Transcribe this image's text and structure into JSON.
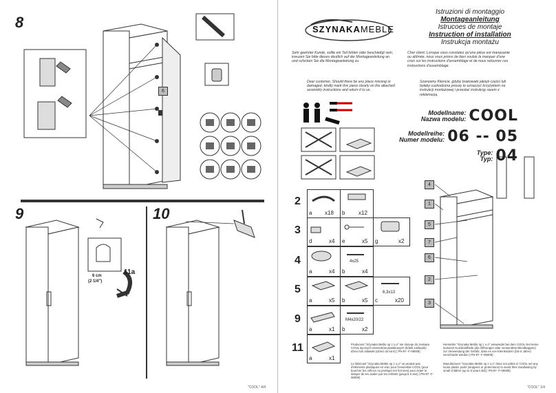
{
  "left_page": {
    "step8": {
      "num": "8",
      "side_label": "6"
    },
    "step9": {
      "num": "9"
    },
    "step10": {
      "num": "10"
    },
    "step11a": {
      "label": "11a",
      "dim": "6 cm",
      "dim_in": "(2 1/4\")"
    },
    "footer": "\"COOL\" 4/4"
  },
  "right_page": {
    "brand": {
      "name": "SZYNAKA",
      "suffix": "MEBLE"
    },
    "titles": [
      "Istruzioni di montaggio",
      "Montageanleitung",
      "Istrucoes de montaje",
      "Instruction of installation",
      "Instrukcja montażu"
    ],
    "para_de": "Sehr geehrter Kunde, sollte ein Teil fehlen oder beschädigt sein, kreuzen Sie bitte dieses deutlich auf der Montageanleitung an und schicken Sie die Montageanleitung zu.",
    "para_fr": "Cher client, Lorsque vous constatez qu'une pièce est manquante ou abîmée, nous vous prions de bien vouloir la marquer d'une croix sur les instructions d'assemblage et de nous retourner ces instructions d'assemblage.",
    "para_en": "Dear customer, Should there be any place missing or damaged, kindly mark this piece clearly on the attached assembly instructions and return it to us.",
    "para_pl": "Szanowny Kliencie, gdyby brakowało jakiejś części lub byłaby uszkodzona proszę to oznaczyć krzyżykiem na instrukcji montażowej i przesłać instrukcję razem z reklamacją.",
    "model": {
      "name_label_1": "Modellname:",
      "name_label_2": "Nazwa modelu:",
      "name": "COOL",
      "series_label_1": "Modellreihe:",
      "series_label_2": "Numer modelu:",
      "series": "06 -- 05",
      "type_label_1": "Type:",
      "type_label_2": "Typ:",
      "type": "04"
    },
    "parts": [
      {
        "num": "2",
        "items": [
          {
            "letter": "a",
            "qty": "x18"
          },
          {
            "letter": "b",
            "qty": "x12"
          }
        ]
      },
      {
        "num": "3",
        "items": [
          {
            "letter": "d",
            "qty": "x4"
          },
          {
            "letter": "e",
            "qty": "x5"
          },
          {
            "letter": "g",
            "qty": "x2"
          }
        ]
      },
      {
        "num": "4",
        "items": [
          {
            "letter": "a",
            "qty": "x4"
          },
          {
            "letter": "b",
            "qty": "x4"
          }
        ],
        "dim": "4x25"
      },
      {
        "num": "5",
        "items": [
          {
            "letter": "a",
            "qty": "x5"
          },
          {
            "letter": "b",
            "qty": "x5"
          },
          {
            "letter": "c",
            "qty": "x20"
          }
        ],
        "dim": "6,3x13"
      },
      {
        "num": "9",
        "items": [
          {
            "letter": "a",
            "qty": "x1"
          },
          {
            "letter": "b",
            "qty": "x2"
          }
        ],
        "dim": "M4x20/22"
      },
      {
        "num": "11",
        "items": [
          {
            "letter": "a",
            "qty": "x1"
          }
        ]
      }
    ],
    "diagram_labels": [
      "4",
      "1",
      "5",
      "7",
      "6",
      "2",
      "3"
    ],
    "notes": {
      "pl": "Producent \"Szynaka Meble sp z o.o\" nie stosuje do zestawu COOL łącznych elementów plastikowych (kółek zaślepek) dzieci lub zabawki (dzieci do lat 6) | PN-97 -F-06008)",
      "de": "Hersteller \"Szynaka Meble sp z o.o\" verwendet bei dem COOL-Set keine lockeren Kunststoffteile (die Öffnungen oder verwendete Blendkappen) zur Verwendung der Gefahr, dass es von Kleinkindern (bis 6 Jahre) verschluckt werden | PN-97 -F-06008)",
      "fr": "Le fabricant \"Szynaka Meble sp z o.o\" ne produit pas d'éléments plastiques en vrac pour l'ensemble COOL (pour boucher les orifices ou protéger les ferrures) pour éviter le danger de les avaler par les enfants (jusqu'à 6 ans) | PN-97 -F-06008)",
      "en": "Manufacturer \"Szynaka Meble sp z o.o\" does not utilize in COOL set any loose plastic parts (stoppers or protections) to avoid their swallowing by small children (up to 6 years old) | PN-97 -F-06008)"
    },
    "footer": "\"COOL\" 1/4"
  },
  "colors": {
    "line": "#333333",
    "shade": "#bbbbbb",
    "paper": "#ffffff"
  }
}
